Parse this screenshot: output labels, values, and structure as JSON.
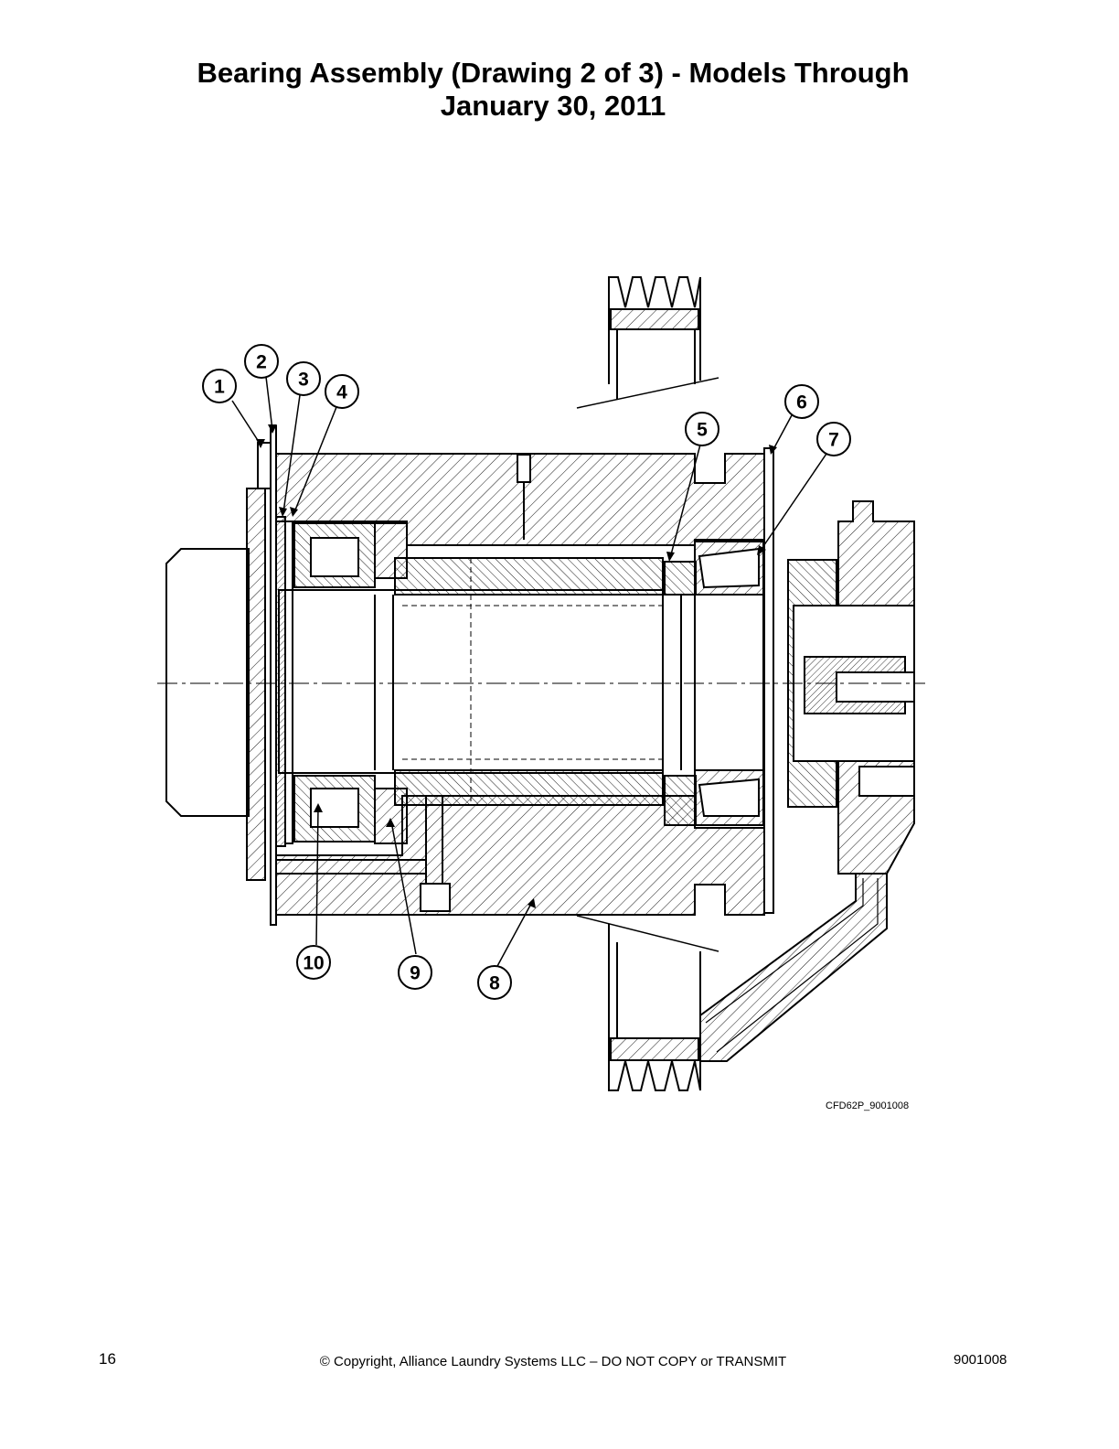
{
  "title": {
    "line1": "Bearing Assembly (Drawing 2 of 3) - Models Through",
    "line2": "January 30, 2011"
  },
  "callouts": [
    "1",
    "2",
    "3",
    "4",
    "5",
    "6",
    "7",
    "8",
    "9",
    "10"
  ],
  "figure_id": "CFD62P_9001008",
  "footer": {
    "page_number": "16",
    "copyright": "© Copyright, Alliance Laundry Systems LLC – DO NOT COPY or TRANSMIT",
    "doc_number": "9001008"
  }
}
